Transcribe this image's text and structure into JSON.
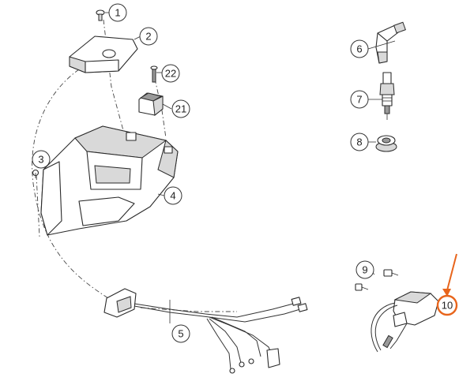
{
  "callouts": {
    "c1": "1",
    "c2": "2",
    "c3": "3",
    "c4": "4",
    "c5": "5",
    "c6": "6",
    "c7": "7",
    "c8": "8",
    "c9": "9",
    "c10": "10",
    "c21": "21",
    "c22": "22"
  },
  "colors": {
    "highlight": "#e8651c",
    "line": "#2a2a2a"
  }
}
